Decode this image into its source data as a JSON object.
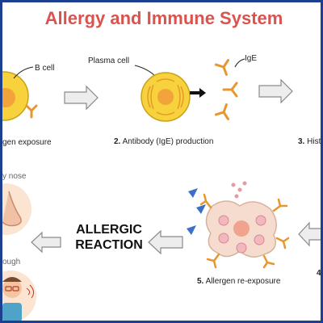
{
  "title": "Allergy and Immune System",
  "colors": {
    "title": "#d9534f",
    "border": "#1c3f8f",
    "cell_fill": "#f7d23c",
    "nucleus": "#f2a33a",
    "antibody": "#e8962e",
    "allergen": "#3d6fc7",
    "mast_cell": "#f6dccf"
  },
  "labels": {
    "b_cell": "B cell",
    "plasma_cell": "Plasma cell",
    "ige": "IgE"
  },
  "steps": [
    {
      "number": "",
      "text": "gen exposure"
    },
    {
      "number": "2.",
      "text": "Antibody (IgE) production"
    },
    {
      "number": "3.",
      "text": "Hist"
    },
    {
      "number": "4.",
      "text": ""
    },
    {
      "number": "5.",
      "text": "Allergen re-exposure"
    }
  ],
  "reaction": {
    "line1": "ALLERGIC",
    "line2": "REACTION"
  },
  "symptoms": [
    {
      "label": "y nose"
    },
    {
      "label": "ough"
    }
  ]
}
